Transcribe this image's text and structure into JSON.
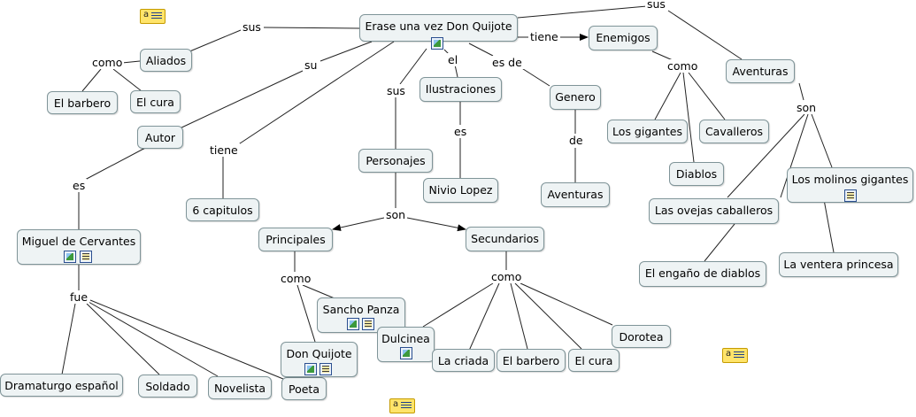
{
  "concept_map": {
    "nodes": {
      "root": "Erase una vez Don Quijote",
      "aliados": "Aliados",
      "el_barbero_1": "El barbero",
      "el_cura_1": "El cura",
      "autor": "Autor",
      "miguel": "Miguel de Cervantes",
      "dramaturgo": "Dramaturgo español",
      "soldado": "Soldado",
      "novelista": "Novelista",
      "poeta": "Poeta",
      "capitulos": "6 capitulos",
      "personajes": "Personajes",
      "principales": "Principales",
      "sancho": "Sancho Panza",
      "don_quijote": "Don Quijote",
      "secundarios": "Secundarios",
      "dulcinea": "Dulcinea",
      "la_criada": "La criada",
      "el_barbero_2": "El barbero",
      "el_cura_2": "El cura",
      "dorotea": "Dorotea",
      "ilustraciones": "Ilustraciones",
      "nivio": "Nivio Lopez",
      "genero": "Genero",
      "aventuras_genero": "Aventuras",
      "enemigos": "Enemigos",
      "gigantes": "Los gigantes",
      "cavalleros": "Cavalleros",
      "diablos": "Diablos",
      "aventuras": "Aventuras",
      "molinos": "Los molinos gigantes",
      "ovejas": "Las ovejas caballeros",
      "engano": "El engaño de diablos",
      "ventera": "La ventera princesa"
    },
    "links": {
      "sus_aliados": "sus",
      "como_aliados": "como",
      "su_autor": "su",
      "es_autor": "es",
      "fue": "fue",
      "tiene_cap": "tiene",
      "sus_personajes": "sus",
      "son_personajes": "son",
      "como_principales": "como",
      "como_secundarios": "como",
      "el": "el",
      "es_ilustr": "es",
      "es_de": "es de",
      "de": "de",
      "tiene_enemigos": "tiene",
      "como_enemigos": "como",
      "sus_aventuras": "sus",
      "son_aventuras": "son"
    }
  }
}
